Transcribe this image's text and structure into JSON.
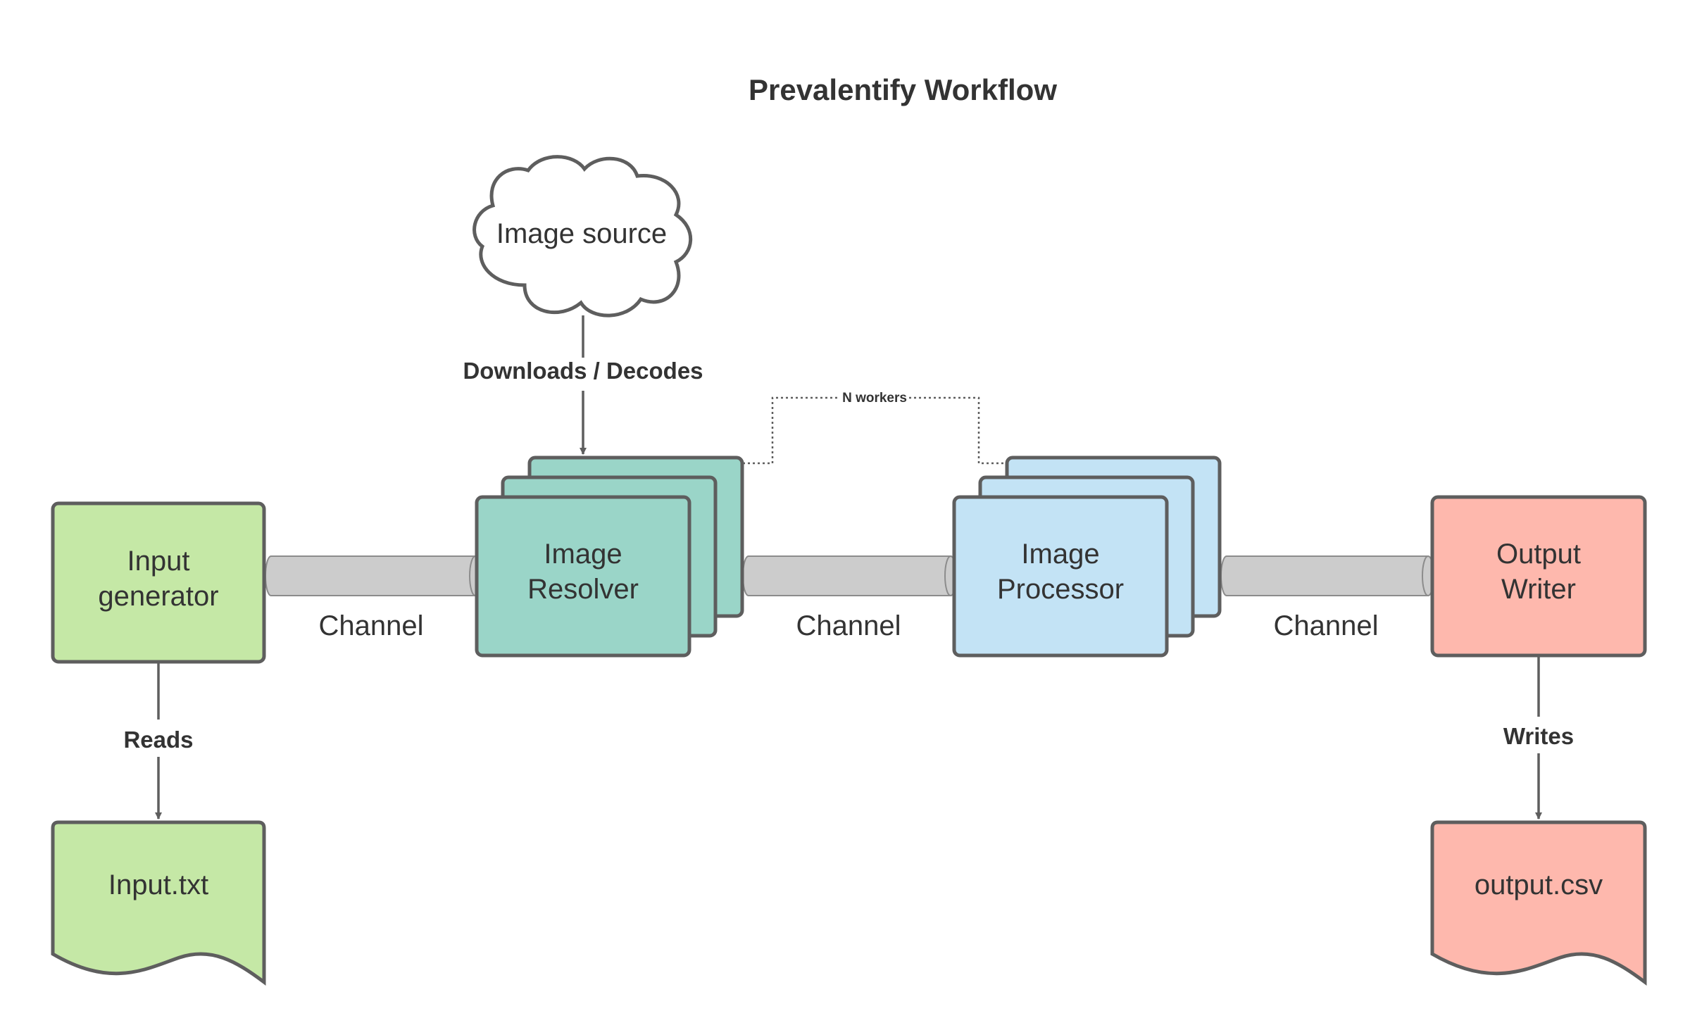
{
  "title": "Prevalentify Workflow",
  "nodes": {
    "image_source": {
      "label": "Image source"
    },
    "input_generator": {
      "label_lines": [
        "Input",
        "generator"
      ],
      "color": "#c5e8a6"
    },
    "image_resolver": {
      "label_lines": [
        "Image",
        "Resolver"
      ],
      "color": "#9ad5c8"
    },
    "image_processor": {
      "label_lines": [
        "Image",
        "Processor"
      ],
      "color": "#c3e3f5"
    },
    "output_writer": {
      "label_lines": [
        "Output",
        "Writer"
      ],
      "color": "#feb8ad"
    },
    "input_file": {
      "label": "Input.txt",
      "color": "#c5e8a6"
    },
    "output_file": {
      "label": "output.csv",
      "color": "#feb8ad"
    }
  },
  "edges": {
    "downloads": "Downloads / Decodes",
    "reads": "Reads",
    "writes": "Writes",
    "workers": "N workers"
  },
  "channels": [
    "Channel",
    "Channel",
    "Channel"
  ],
  "colors": {
    "stroke": "#5e5e5e",
    "text": "#333333",
    "pipe": "#cccccc"
  }
}
